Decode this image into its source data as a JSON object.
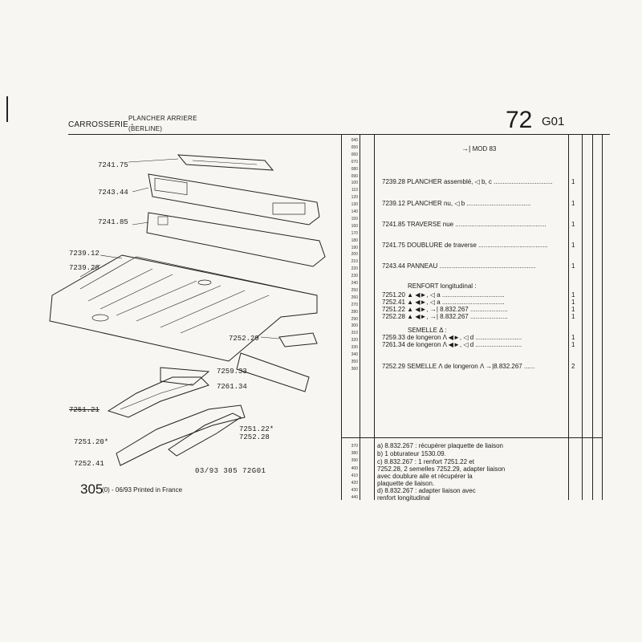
{
  "header": {
    "category": "CARROSSERIE -",
    "subtitle_line1": "PLANCHER ARRIERE",
    "subtitle_line2": "(BERLINE)",
    "page_number": "72",
    "group_code": "G01"
  },
  "mod_note": "MOD 83",
  "row_numbers": [
    "040",
    "050",
    "060",
    "070",
    "080",
    "090",
    "100",
    "110",
    "120",
    "130",
    "140",
    "150",
    "160",
    "170",
    "180",
    "190",
    "200",
    "210",
    "220",
    "230",
    "240",
    "250",
    "260",
    "270",
    "280",
    "290",
    "300",
    "310",
    "320",
    "330",
    "340",
    "350",
    "360"
  ],
  "row_numbers_bottom": [
    "370",
    "380",
    "390",
    "400",
    "410",
    "420",
    "430",
    "440"
  ],
  "parts": [
    {
      "ref": "7239.28",
      "desc": "PLANCHER assemblé,",
      "marks": "b, c",
      "qty": "1"
    },
    {
      "ref": "7239.12",
      "desc": "PLANCHER nu,",
      "marks": "b",
      "qty": "1"
    },
    {
      "ref": "7241.85",
      "desc": "TRAVERSE nue",
      "marks": "",
      "qty": "1"
    },
    {
      "ref": "7241.75",
      "desc": "DOUBLURE de traverse",
      "marks": "",
      "qty": "1"
    },
    {
      "ref": "7243.44",
      "desc": "PANNEAU",
      "marks": "",
      "qty": "1"
    }
  ],
  "renfort": {
    "title": "RENFORT longitudinal :",
    "items": [
      {
        "ref": "7251.20",
        "marks": "a",
        "extra": "",
        "qty": "1"
      },
      {
        "ref": "7252.41",
        "marks": "a",
        "extra": "",
        "qty": "1"
      },
      {
        "ref": "7251.22",
        "marks": "",
        "extra": "8.832.267",
        "qty": "1"
      },
      {
        "ref": "7252.28",
        "marks": "",
        "extra": "8.832.267",
        "qty": "1"
      }
    ]
  },
  "semelle": {
    "title": "SEMELLE",
    "items": [
      {
        "ref": "7259.33",
        "desc": "de longeron",
        "marks": "d",
        "qty": "1"
      },
      {
        "ref": "7261.34",
        "desc": "de longeron",
        "marks": "d",
        "qty": "1"
      }
    ]
  },
  "semelle_single": {
    "ref": "7252.29",
    "desc": "SEMELLE",
    "desc2": "de longeron",
    "extra": "8.832.267",
    "qty": "2"
  },
  "notes": [
    "a)      8.832.267 : récupérer plaquette de liaison",
    "b)      1 obturateur 1530.09.",
    "c)            8.832.267 : 1 renfort 7251.22 et",
    "      7252.28, 2 semelles 7252.29, adapter liaison",
    "      avec doublure aile et récupérer la",
    "      plaquette de liaison.",
    "d)      8.832.267 : adapter liaison avec",
    "      renfort longitudinal"
  ],
  "diagram_labels": [
    {
      "id": "l7241-75",
      "text": "7241.75"
    },
    {
      "id": "l7243-44",
      "text": "7243.44"
    },
    {
      "id": "l7241-85",
      "text": "7241.85"
    },
    {
      "id": "l7239-12",
      "text": "7239.12"
    },
    {
      "id": "l7239-28",
      "text": "7239.28"
    },
    {
      "id": "l7252-29",
      "text": "7252.29"
    },
    {
      "id": "l7259-33",
      "text": "7259.33"
    },
    {
      "id": "l7261-34",
      "text": "7261.34"
    },
    {
      "id": "l7251-21",
      "text": "7251.21"
    },
    {
      "id": "l7251-22",
      "text": "7251.22*"
    },
    {
      "id": "l7252-28",
      "text": "7252.28"
    },
    {
      "id": "l7251-20",
      "text": "7251.20*"
    },
    {
      "id": "l7252-41",
      "text": "7252.41"
    }
  ],
  "footer": {
    "code": "03/93 305 72G01",
    "page": "305",
    "page_suffix": "(0) - 06/93 Printed in France"
  }
}
